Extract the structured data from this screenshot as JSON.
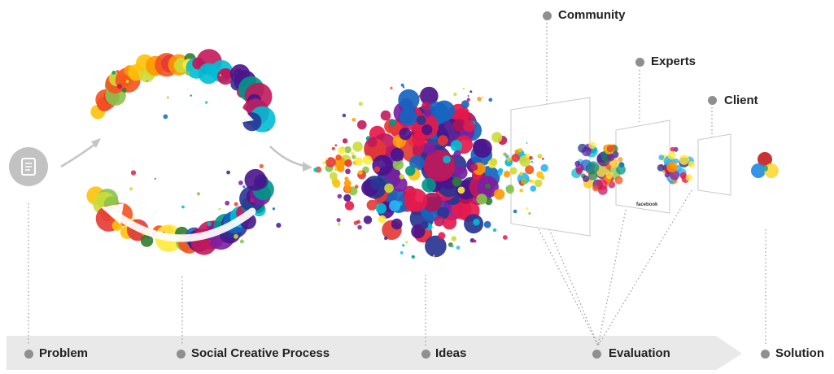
{
  "stages": [
    {
      "id": "problem",
      "label": "Problem"
    },
    {
      "id": "social",
      "label": "Social Creative Process"
    },
    {
      "id": "ideas",
      "label": "Ideas"
    },
    {
      "id": "evaluation",
      "label": "Evaluation"
    },
    {
      "id": "solution",
      "label": "Solution"
    }
  ],
  "evaluators": [
    {
      "id": "community",
      "label": "Community"
    },
    {
      "id": "experts",
      "label": "Experts"
    },
    {
      "id": "client",
      "label": "Client"
    }
  ],
  "facebook_text": "facebook",
  "colors": {
    "timeline_bar": "#e9e9e9",
    "marker_dot": "#8f8f8f",
    "connector": "#9a9a9a",
    "problem_icon": "#c2c2c2",
    "palette": [
      "#e6194b",
      "#c2185b",
      "#7b1fa2",
      "#4a148c",
      "#283593",
      "#1565c0",
      "#29b6f6",
      "#00bcd4",
      "#009688",
      "#2e7d32",
      "#8bc34a",
      "#cddc39",
      "#ffeb3b",
      "#ffc107",
      "#ff9800",
      "#f4511e",
      "#e53935",
      "#ad1457"
    ],
    "solution": [
      "#c62828",
      "#1e88e5",
      "#fdd835",
      "#26a69a"
    ]
  }
}
